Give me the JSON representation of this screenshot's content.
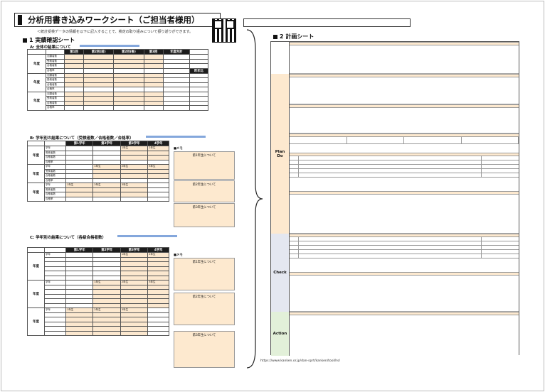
{
  "title": "分析用書き込みワークシート（ご担当者様用）",
  "intro_note": "＜統計受検データの情報を以下に記入することで、検定の取り組みについて振り返りができます。",
  "top_note_url": "https://www.kanken.or.jp/dan-sprt/kanken/tool/hs/",
  "left_sheet": {
    "heading": "1 実績確認シート",
    "section_a": {
      "heading": "A: 全体の結果について",
      "columns": [
        "第1回",
        "第2回(前)",
        "第2回(後)",
        "第3回",
        "年度合計"
      ],
      "year_label": "年度",
      "rows": [
        "志願者数",
        "受検者数",
        "合格者数",
        "合格率"
      ],
      "extra_col": "昨年比"
    },
    "section_b": {
      "heading": "B: 学年別の結果について（受検者数／合格者数／合格率）",
      "columns": [
        "第1学年",
        "第2学年",
        "第3学年",
        "4学年"
      ],
      "memo": "■メモ",
      "row_labels": [
        "学年",
        "受検者数",
        "合格者数",
        "合格率"
      ],
      "grade_1": "1年生",
      "grade_2": "2年生",
      "grade_3": "3年生",
      "memo_1": "第1年生について",
      "memo_2": "第2年生について",
      "memo_3": "第3年生について"
    },
    "section_c": {
      "heading": "C: 学年別の結果について（各級合格者数）",
      "memo": "■メモ",
      "memo_1": "第1年生について",
      "memo_2": "第2年生について",
      "memo_3": "第3年生について"
    }
  },
  "right_sheet": {
    "heading": "2 計画シート",
    "sides": [
      "Plan\nDo",
      "Check",
      "Action"
    ]
  }
}
